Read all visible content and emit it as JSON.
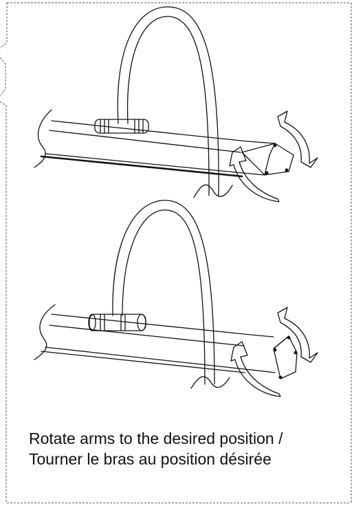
{
  "caption": {
    "line1": "Rotate arms to the desired position /",
    "line2": "Tourner le bras au position désirée"
  },
  "colors": {
    "ink": "#111111",
    "border": "#555555",
    "background": "#ffffff"
  },
  "figures": [
    {
      "name": "lamp-arm-rotation-view-1",
      "arrow_icons": [
        "curved-arrow-upper-icon",
        "curved-arrow-lower-icon"
      ]
    },
    {
      "name": "lamp-arm-rotation-view-2",
      "arrow_icons": [
        "curved-arrow-upper-icon",
        "curved-arrow-lower-icon"
      ]
    }
  ]
}
